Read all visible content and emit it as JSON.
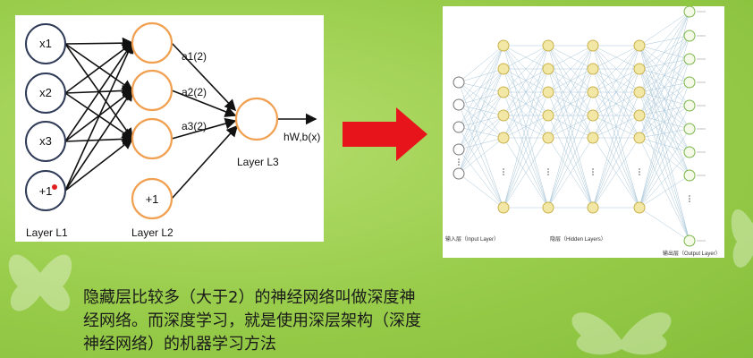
{
  "left_diagram": {
    "input_nodes": [
      "x1",
      "x2",
      "x3",
      "+1"
    ],
    "hidden_nodes": [
      "",
      "",
      "",
      "+1"
    ],
    "activation_labels": [
      "a1(2)",
      "a2(2)",
      "a3(2)"
    ],
    "output_label": "hW,b(x)",
    "layer_labels": [
      "Layer L1",
      "Layer L2",
      "Layer L3"
    ]
  },
  "right_diagram": {
    "input_caption": "输入层（Input Layer）",
    "hidden_caption": "隐层（Hidden Layers）",
    "output_caption": "输出层（Output Layer）"
  },
  "caption": {
    "lines": [
      "隐藏层比较多（大于2）的神经网络叫做深度神",
      "经网络。而深度学习，就是使用深层架构（深度",
      "神经网络）的机器学习方法"
    ]
  },
  "colors": {
    "background": "#98cc4a",
    "arrow": "#e8141c",
    "node_orange": "#f0a050",
    "node_yellow": "#f3e7a6",
    "node_green_border": "#7ab648"
  }
}
